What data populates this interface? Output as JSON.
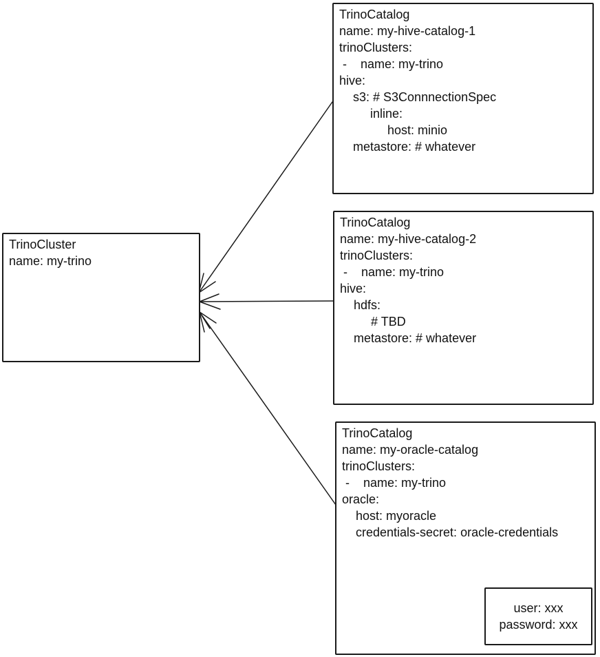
{
  "colors": {
    "stroke": "#1a1a1a",
    "background": "#ffffff",
    "text": "#111111"
  },
  "cluster": {
    "yaml": "TrinoCluster\nname: my-trino"
  },
  "catalogs": [
    {
      "kind": "TrinoCatalog",
      "yaml": "TrinoCatalog\nname: my-hive-catalog-1\ntrinoClusters:\n -    name: my-trino\nhive:\n    s3: # S3ConnnectionSpec\n         inline:\n              host: minio\n    metastore: # whatever"
    },
    {
      "kind": "TrinoCatalog",
      "yaml": "TrinoCatalog\nname: my-hive-catalog-2\ntrinoClusters:\n -    name: my-trino\nhive:\n    hdfs:\n         # TBD\n    metastore: # whatever"
    },
    {
      "kind": "TrinoCatalog",
      "yaml": "TrinoCatalog\nname: my-oracle-catalog\ntrinoClusters:\n -    name: my-trino\noracle:\n    host: myoracle\n    credentials-secret: oracle-credentials"
    }
  ],
  "credentials": {
    "yaml": "user: xxx\npassword: xxx"
  }
}
